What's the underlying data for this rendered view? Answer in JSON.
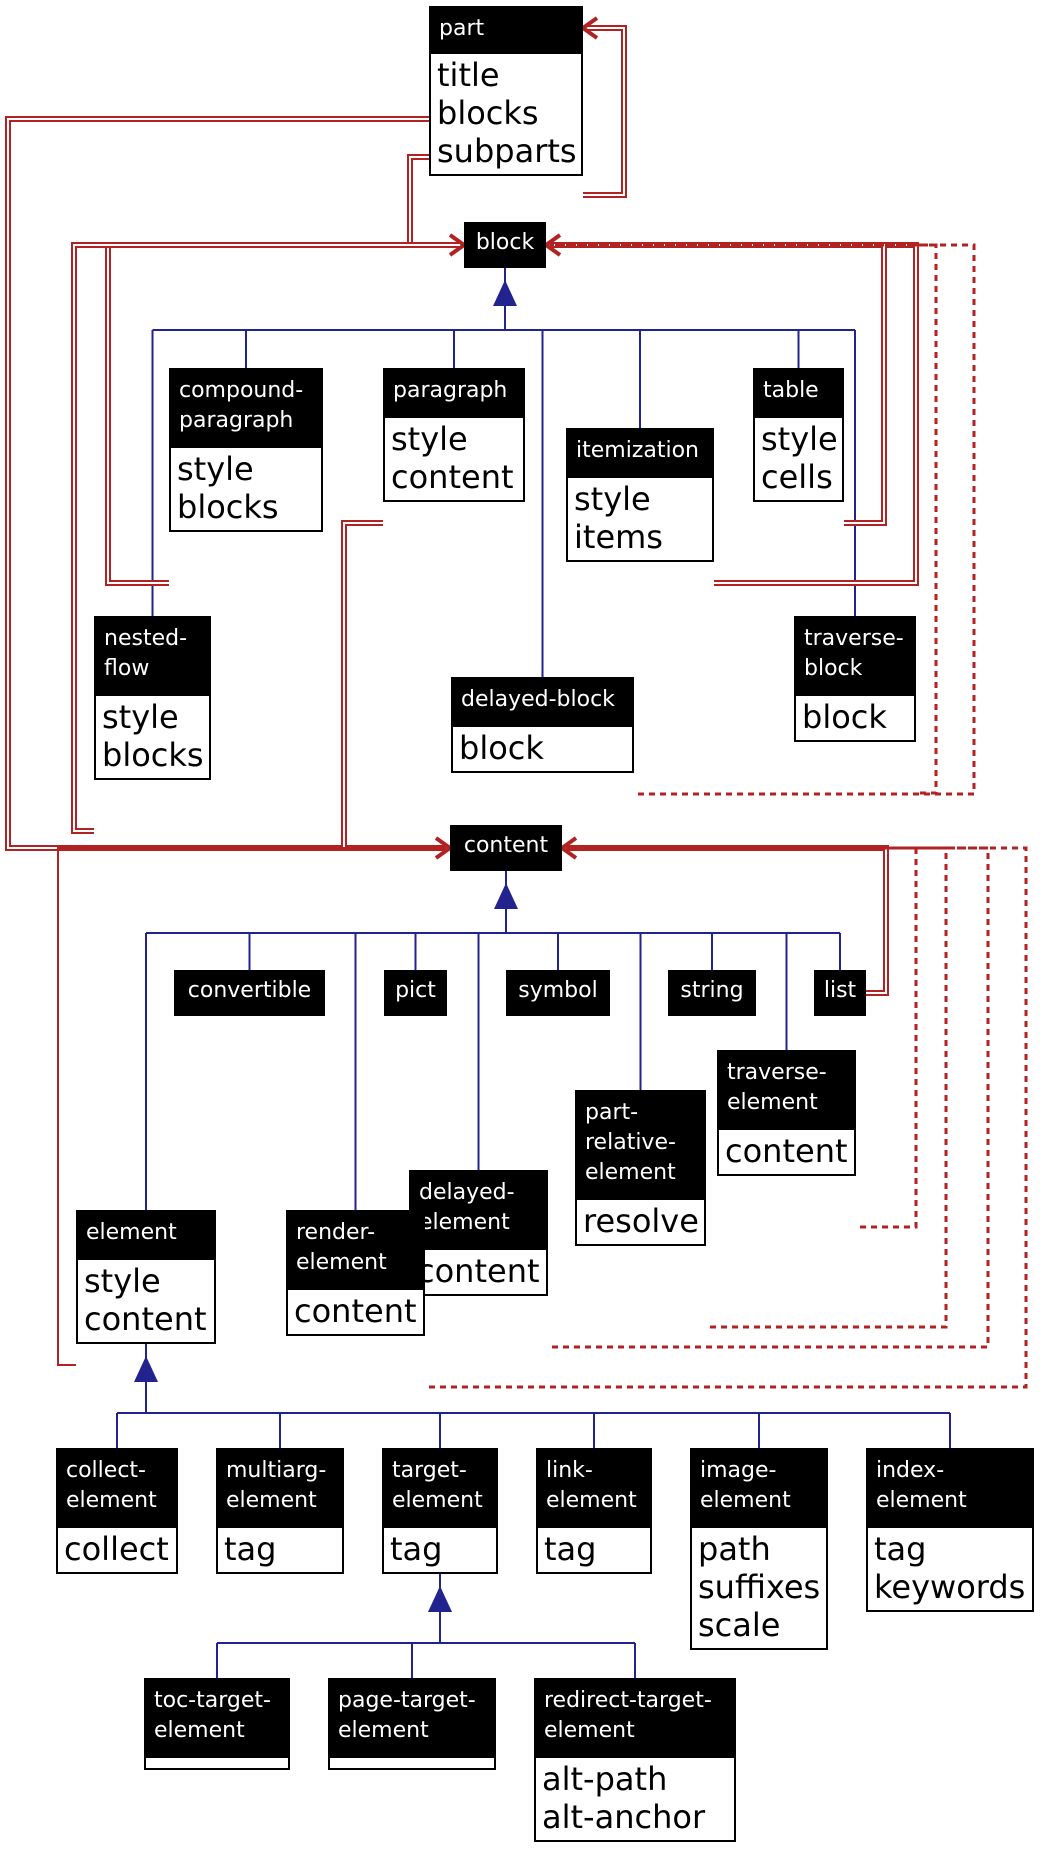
{
  "colors": {
    "inheritance": "#232390",
    "composition": "#b22222",
    "node_header_bg": "#000000",
    "node_header_text": "#ffffff",
    "node_border": "#000000"
  },
  "nodes": {
    "part": {
      "label": "part",
      "fields": [
        "title",
        "blocks",
        "subparts"
      ]
    },
    "block": {
      "label": "block",
      "fields": []
    },
    "compound_paragraph": {
      "label": "compound-\nparagraph",
      "fields": [
        "style",
        "blocks"
      ]
    },
    "paragraph": {
      "label": "paragraph",
      "fields": [
        "style",
        "content"
      ]
    },
    "itemization": {
      "label": "itemization",
      "fields": [
        "style",
        "items"
      ]
    },
    "table": {
      "label": "table",
      "fields": [
        "style",
        "cells"
      ]
    },
    "nested_flow": {
      "label": "nested-\nflow",
      "fields": [
        "style",
        "blocks"
      ]
    },
    "delayed_block": {
      "label": "delayed-block",
      "fields": [
        "block"
      ]
    },
    "traverse_block": {
      "label": "traverse-\nblock",
      "fields": [
        "block"
      ]
    },
    "content": {
      "label": "content",
      "fields": []
    },
    "convertible": {
      "label": "convertible",
      "fields": []
    },
    "pict": {
      "label": "pict",
      "fields": []
    },
    "symbol": {
      "label": "symbol",
      "fields": []
    },
    "string": {
      "label": "string",
      "fields": []
    },
    "list": {
      "label": "list",
      "fields": []
    },
    "traverse_element": {
      "label": "traverse-\nelement",
      "fields": [
        "content"
      ]
    },
    "part_relative_element": {
      "label": "part-\nrelative-\nelement",
      "fields": [
        "resolve"
      ]
    },
    "delayed_element": {
      "label": "delayed-\nelement",
      "fields": [
        "content"
      ]
    },
    "render_element": {
      "label": "render-\nelement",
      "fields": [
        "content"
      ]
    },
    "element": {
      "label": "element",
      "fields": [
        "style",
        "content"
      ]
    },
    "collect_element": {
      "label": "collect-\nelement",
      "fields": [
        "collect"
      ]
    },
    "multiarg_element": {
      "label": "multiarg-\nelement",
      "fields": [
        "tag"
      ]
    },
    "target_element": {
      "label": "target-\nelement",
      "fields": [
        "tag"
      ]
    },
    "link_element": {
      "label": "link-\nelement",
      "fields": [
        "tag"
      ]
    },
    "image_element": {
      "label": "image-\nelement",
      "fields": [
        "path",
        "suffixes",
        "scale"
      ]
    },
    "index_element": {
      "label": "index-\nelement",
      "fields": [
        "tag",
        "keywords"
      ]
    },
    "toc_target_element": {
      "label": "toc-target-\nelement",
      "fields": []
    },
    "page_target_element": {
      "label": "page-target-\nelement",
      "fields": []
    },
    "redirect_target_element": {
      "label": "redirect-target-\nelement",
      "fields": [
        "alt-path",
        "alt-anchor"
      ]
    }
  },
  "inheritance": [
    {
      "parent": "block",
      "children": [
        "compound_paragraph",
        "paragraph",
        "itemization",
        "table",
        "nested_flow",
        "delayed_block",
        "traverse_block"
      ]
    },
    {
      "parent": "content",
      "children": [
        "convertible",
        "pict",
        "symbol",
        "string",
        "list",
        "traverse_element",
        "part_relative_element",
        "delayed_element",
        "render_element",
        "element"
      ]
    },
    {
      "parent": "element",
      "children": [
        "collect_element",
        "multiarg_element",
        "target_element",
        "link_element",
        "image_element",
        "index_element"
      ]
    },
    {
      "parent": "target_element",
      "children": [
        "toc_target_element",
        "page_target_element",
        "redirect_target_element"
      ]
    }
  ],
  "references": [
    {
      "from": "part",
      "field": "title",
      "to": "content",
      "style": "double"
    },
    {
      "from": "part",
      "field": "blocks",
      "to": "block",
      "style": "double"
    },
    {
      "from": "part",
      "field": "subparts",
      "to": "part",
      "style": "double"
    },
    {
      "from": "compound_paragraph",
      "field": "blocks",
      "to": "block",
      "style": "double"
    },
    {
      "from": "paragraph",
      "field": "content",
      "to": "content",
      "style": "double"
    },
    {
      "from": "itemization",
      "field": "items",
      "to": "block",
      "style": "double"
    },
    {
      "from": "table",
      "field": "cells",
      "to": "block",
      "style": "double"
    },
    {
      "from": "nested_flow",
      "field": "blocks",
      "to": "block",
      "style": "double"
    },
    {
      "from": "delayed_block",
      "field": "block",
      "to": "block",
      "style": "dashed"
    },
    {
      "from": "traverse_block",
      "field": "block",
      "to": "block",
      "style": "dashed"
    },
    {
      "from": "list",
      "field": "",
      "to": "content",
      "style": "double"
    },
    {
      "from": "element",
      "field": "content",
      "to": "content",
      "style": "single"
    },
    {
      "from": "traverse_element",
      "field": "content",
      "to": "content",
      "style": "dashed"
    },
    {
      "from": "part_relative_element",
      "field": "resolve",
      "to": "content",
      "style": "dashed"
    },
    {
      "from": "delayed_element",
      "field": "content",
      "to": "content",
      "style": "dashed"
    },
    {
      "from": "render_element",
      "field": "content",
      "to": "content",
      "style": "dashed"
    }
  ]
}
